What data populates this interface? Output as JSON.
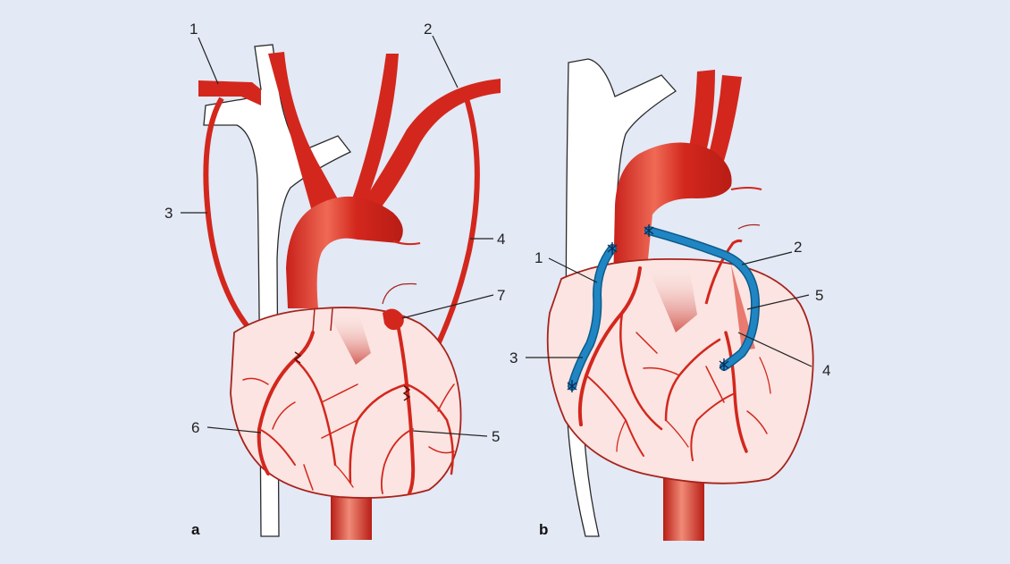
{
  "panels": [
    {
      "id": "a",
      "label": "a",
      "callouts": [
        "1",
        "2",
        "3",
        "4",
        "5",
        "6",
        "7"
      ]
    },
    {
      "id": "b",
      "label": "b",
      "callouts": [
        "1",
        "2",
        "3",
        "4",
        "5"
      ]
    }
  ],
  "colors": {
    "background": "#e3e9f5",
    "artery": "#d3271d",
    "artery_dark": "#a3160f",
    "heart_fill": "#fbe4e1",
    "heart_stroke": "#a6231c",
    "vein": "#ffffff",
    "graft": "#1f86c3",
    "graft_dark": "#0d5a8a"
  }
}
